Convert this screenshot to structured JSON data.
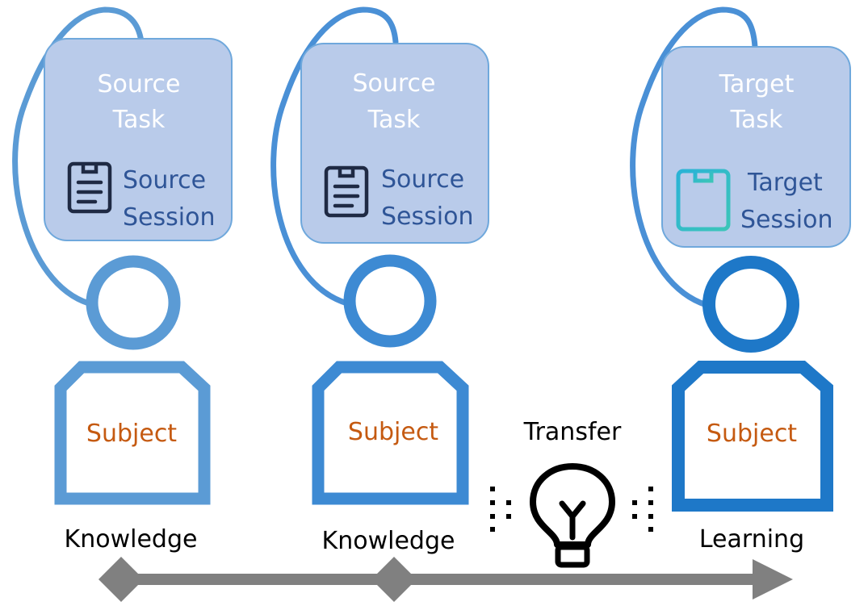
{
  "panels": [
    {
      "task_line1": "Source",
      "task_line2": "Task",
      "session_line1": "Source",
      "session_line2": "Session",
      "subject_label": "Subject",
      "caption": "Knowledge",
      "icon": "clipboard-icon",
      "icon_color": "#1f2a44"
    },
    {
      "task_line1": "Source",
      "task_line2": "Task",
      "session_line1": "Source",
      "session_line2": "Session",
      "subject_label": "Subject",
      "caption": "Knowledge",
      "icon": "clipboard-icon",
      "icon_color": "#1f2a44"
    },
    {
      "task_line1": "Target",
      "task_line2": "Task",
      "session_line1": "Target",
      "session_line2": "Session",
      "subject_label": "Subject",
      "caption": "Learning",
      "icon": "clipboard-icon",
      "icon_color": "#2ab3d6"
    }
  ],
  "transfer": {
    "label": "Transfer",
    "icon": "lightbulb-icon"
  },
  "colors": {
    "task_box_fill": "#b9cbea",
    "task_box_stroke": "#6fa8dc",
    "person_source": "#5b9bd5",
    "person_mid": "#3d8ad3",
    "person_target": "#1e78c8",
    "session_text": "#2f5597",
    "subject_text": "#c55a11",
    "timeline": "#808080"
  }
}
